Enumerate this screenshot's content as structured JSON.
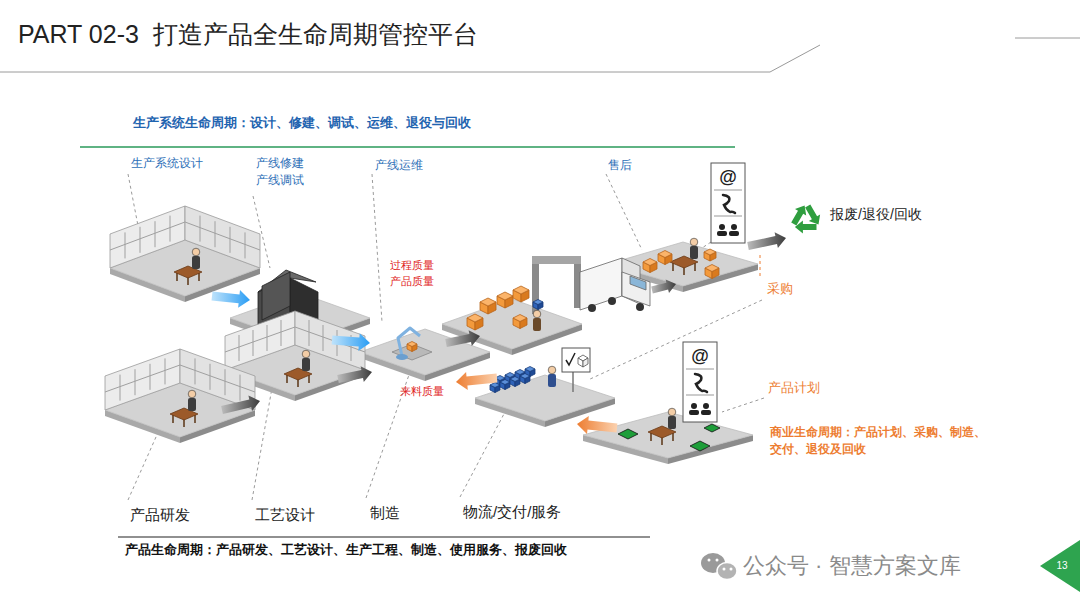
{
  "diagram": {
    "title": "PART 02-3  打造产品全生命周期管控平台",
    "labels": [
      "生产系统生命周期：设计、修建、调试、运维、退役与回收",
      "生产系统设计",
      "产线修建 产线调试",
      "产线运维",
      "售后",
      "@",
      "报废/退役/回收",
      "过程质量 产品质量",
      "采购",
      "@",
      "来料质量",
      "产品计划",
      "商业生命周期：产品计划、采购、制造、交付、退役及回收",
      "产品研发",
      "工艺设计",
      "制造",
      "物流/交付/服务",
      "产品生命周期：产品研发、工艺设计、生产工程、制造、使用服务、报废回收",
      "公众号 · 智慧方案文库",
      "13"
    ]
  }
}
